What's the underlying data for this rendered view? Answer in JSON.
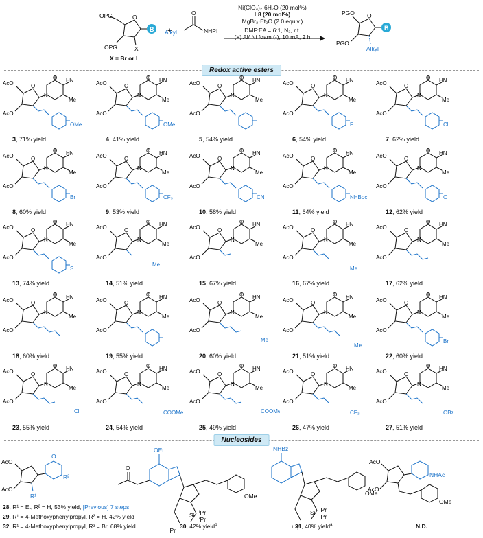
{
  "scheme": {
    "conditions": [
      "Ni(ClO₄)₂·6H₂O (20 mol%)",
      "L8 (20 mol%)",
      "MgBr₂·Et₂O (2.0 equiv.)",
      "DMF:EA = 6:1, N₂, r.t.",
      "(+) Al/ Ni foam (-), 10 mA, 2 h"
    ],
    "x_note": "X = Br or I",
    "plus": "+",
    "reagent_alkyl": "Alkyl",
    "reagent_nhpi": "NHPI",
    "product_alkyl": "Alkyl",
    "base_label": "B",
    "atoms": {
      "o": "O",
      "opg": "OPG",
      "pgo": "PGO",
      "x": "X"
    }
  },
  "sections": {
    "res": "Redox active esters",
    "nuc": "Nucleosides"
  },
  "compounds": [
    {
      "num": "3",
      "yield": ", 71% yield",
      "subst": "OMe"
    },
    {
      "num": "4",
      "yield": ", 41% yield",
      "subst": "OMe"
    },
    {
      "num": "5",
      "yield": ", 54% yield",
      "subst": ""
    },
    {
      "num": "6",
      "yield": ", 54% yield",
      "subst": "F"
    },
    {
      "num": "7",
      "yield": ", 62% yield",
      "subst": "Cl"
    },
    {
      "num": "8",
      "yield": ", 60% yield",
      "subst": "Br"
    },
    {
      "num": "9",
      "yield": ", 53% yield",
      "subst": "CF₃"
    },
    {
      "num": "10",
      "yield": ", 58% yield",
      "subst": "CN"
    },
    {
      "num": "11",
      "yield": ", 64% yield",
      "subst": "NHBoc"
    },
    {
      "num": "12",
      "yield": ", 62% yield",
      "subst": "O"
    },
    {
      "num": "13",
      "yield": ", 74% yield",
      "subst": "S"
    },
    {
      "num": "14",
      "yield": ", 51% yield",
      "subst": "Me"
    },
    {
      "num": "15",
      "yield": ", 67% yield",
      "subst": ""
    },
    {
      "num": "16",
      "yield": ", 67% yield",
      "subst": "Me"
    },
    {
      "num": "17",
      "yield": ", 62% yield",
      "subst": ""
    },
    {
      "num": "18",
      "yield": ", 60% yield",
      "subst": ""
    },
    {
      "num": "19",
      "yield": ", 55% yield",
      "subst": ""
    },
    {
      "num": "20",
      "yield": ", 60% yield",
      "subst": "Me"
    },
    {
      "num": "21",
      "yield": ", 51% yield",
      "subst": "Me"
    },
    {
      "num": "22",
      "yield": ", 60% yield",
      "subst": "Br"
    },
    {
      "num": "23",
      "yield": ", 55% yield",
      "subst": "Cl"
    },
    {
      "num": "24",
      "yield": ", 54% yield",
      "subst": "COOMe"
    },
    {
      "num": "25",
      "yield": ", 49% yield",
      "subst": "COOMe"
    },
    {
      "num": "26",
      "yield": ", 47% yield",
      "subst": "CF₃"
    },
    {
      "num": "27",
      "yield": ", 51% yield",
      "subst": "OBz"
    }
  ],
  "struct_labels": {
    "aco": "AcO",
    "me": "Me",
    "o": "O",
    "n": "N",
    "h": "H"
  },
  "nucleosides": {
    "n28": {
      "num": "28",
      "text": ", R¹ = Et, R² = H, 53% yield, ",
      "prev": "[Previous] 7 steps"
    },
    "n29": {
      "num": "29",
      "text": ", R¹ = 4-Methoxyphenylpropyl, R² = H, 42% yield"
    },
    "n32": {
      "num": "32",
      "text": ", R¹ = 4-Methoxyphenylpropyl, R² = Br, 68% yield"
    },
    "n30": {
      "num": "30",
      "text": ", 42% yield",
      "sup": "b"
    },
    "n31": {
      "num": "31",
      "text": ", 40% yield",
      "sup": "a"
    },
    "nd": "N.D.",
    "labels": {
      "oet": "OEt",
      "nhbz": "NHBz",
      "nhac": "NHAc",
      "ipr": "ⁱPr",
      "si": "Si",
      "r1": "R¹",
      "r2": "R²",
      "ome": "OMe"
    }
  }
}
